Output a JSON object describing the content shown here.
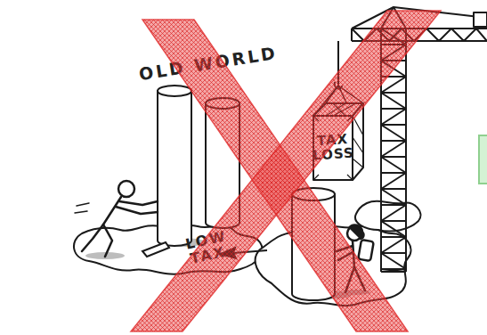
{
  "diagram": {
    "nodes": [
      {
        "text": [
          "TAX LOSS"
        ]
      }
    ],
    "labels": [
      "OLD WORLD",
      "LOW TAX"
    ]
  }
}
